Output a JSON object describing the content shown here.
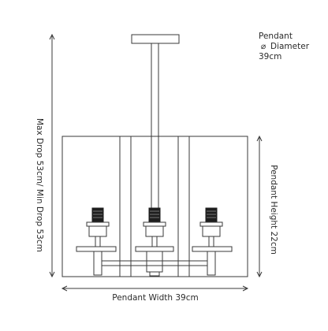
{
  "labels": {
    "pendant_diameter_line1": "Pendant",
    "pendant_diameter_line2": "Diameter",
    "pendant_diameter_value": "39cm",
    "diameter_symbol": "⌀",
    "max_drop": "Max Drop 53cm/ Min Drop 53cm",
    "pendant_height": "Pendant Height 22cm",
    "pendant_width": "Pendant Width 39cm"
  }
}
